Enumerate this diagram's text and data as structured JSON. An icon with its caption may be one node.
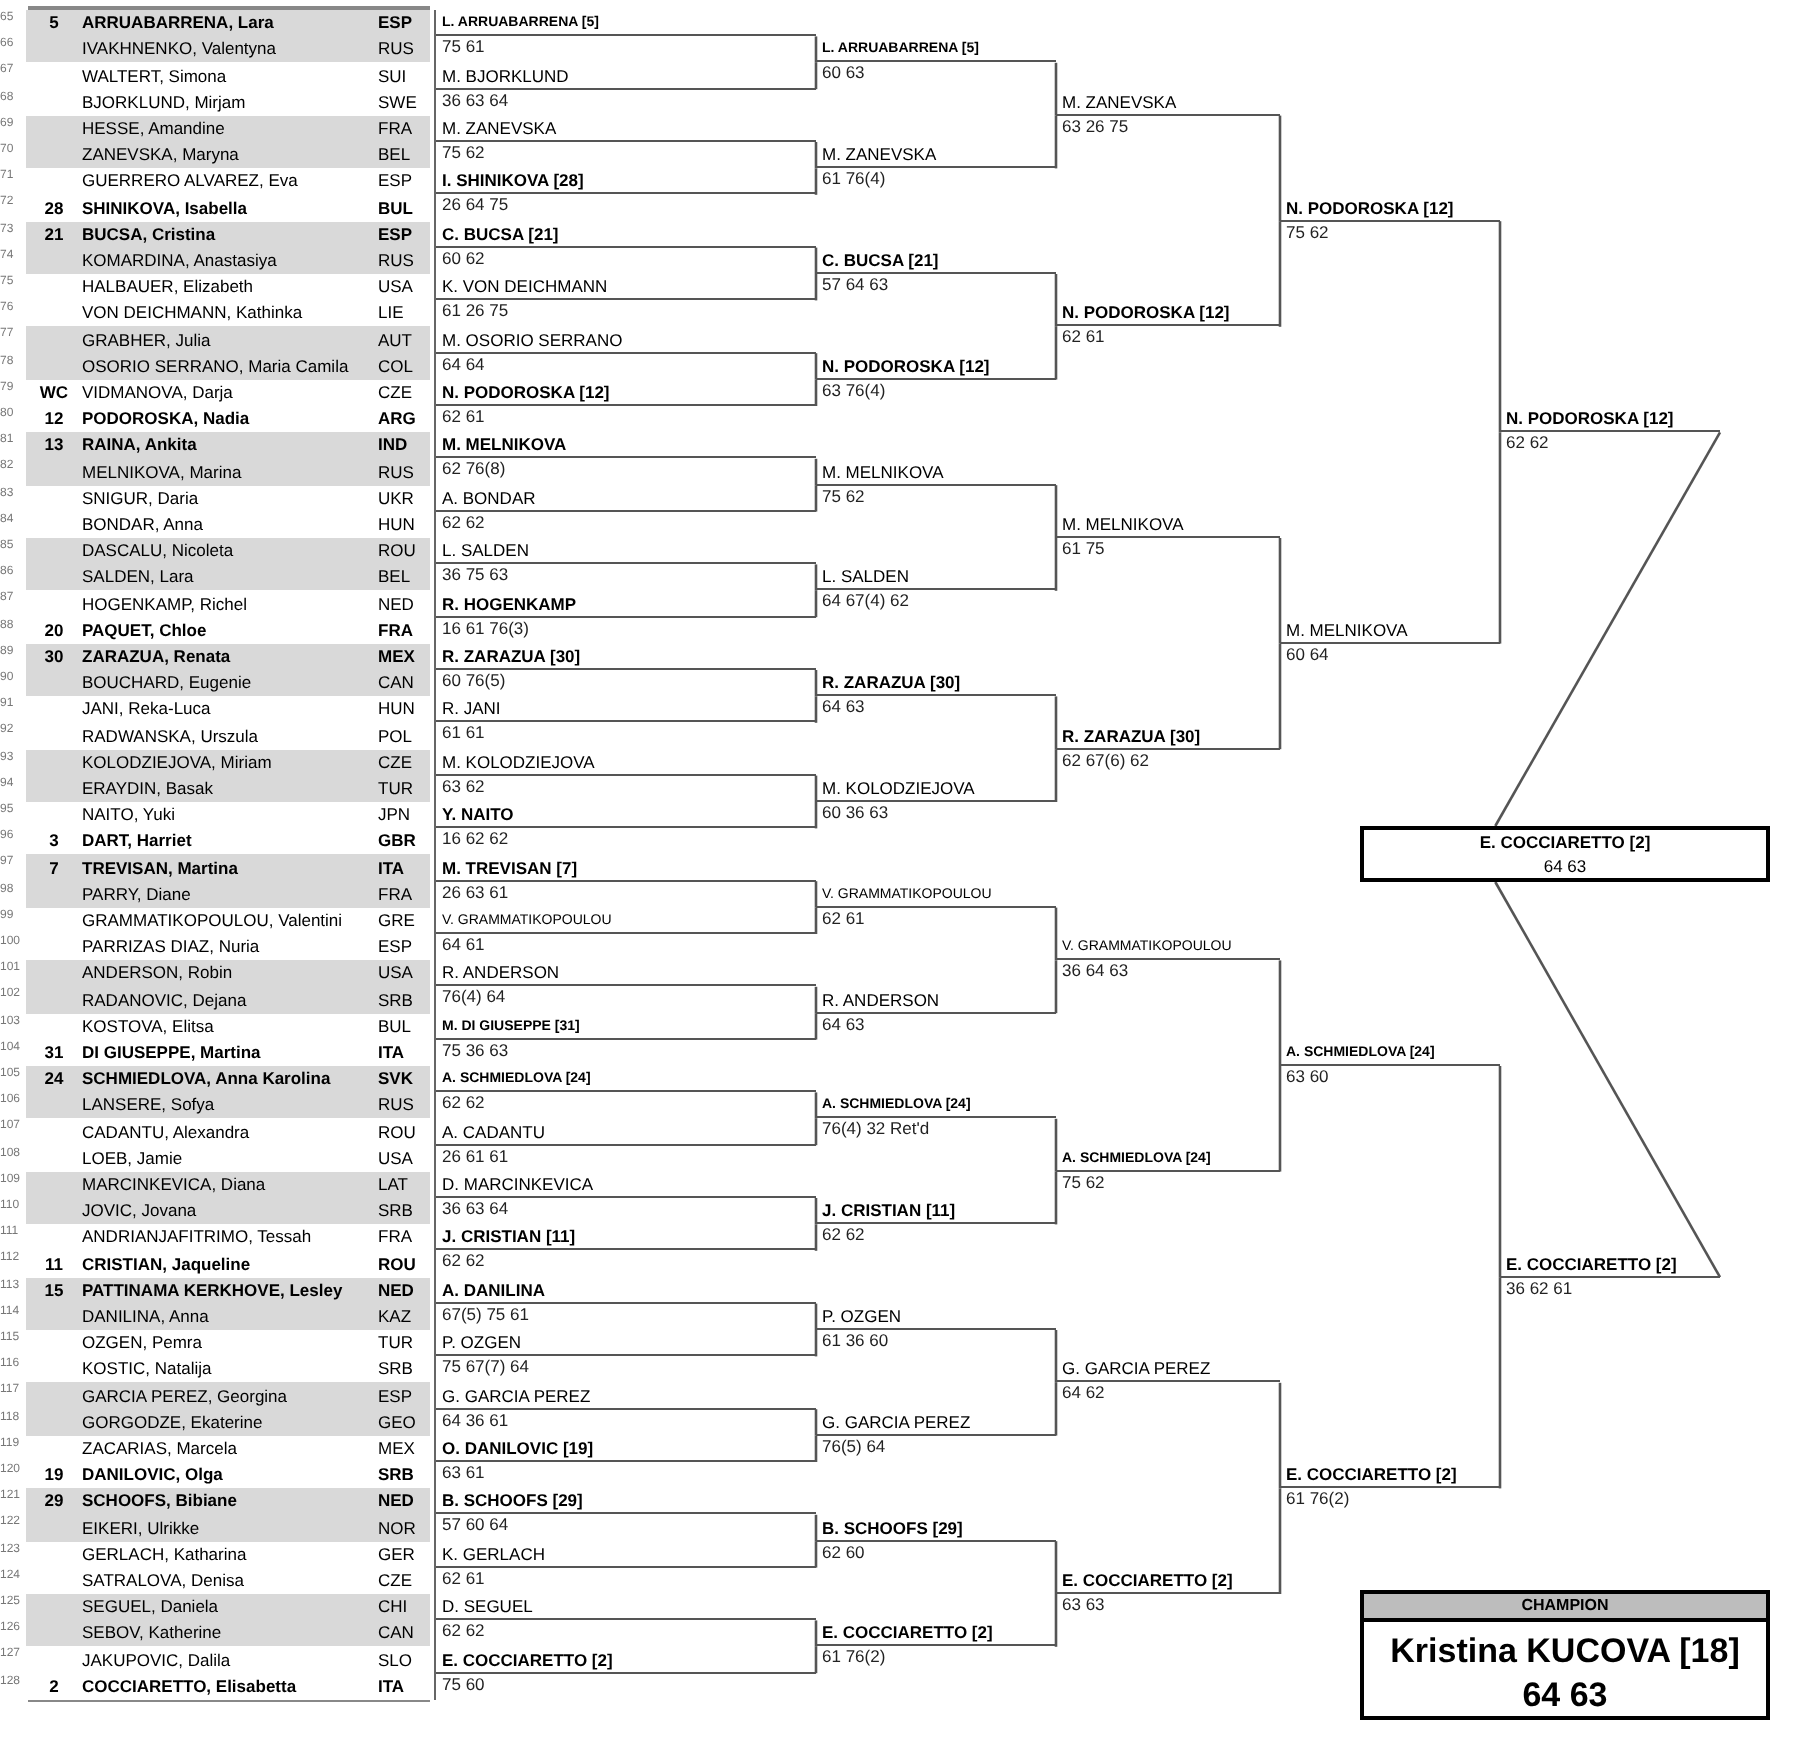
{
  "diagram": {
    "nodes": [
      {
        "text": [
          "65",
          "5",
          "ARRUABARRENA, Lara",
          "ESP"
        ]
      },
      {
        "text": [
          "66",
          "IVAKHNENKO, Valentyna",
          "RUS"
        ]
      },
      {
        "text": [
          "67",
          "WALTERT, Simona",
          "SUI"
        ]
      },
      {
        "text": [
          "68",
          "BJORKLUND, Mirjam",
          "SWE"
        ]
      },
      {
        "text": [
          "69",
          "HESSE, Amandine",
          "FRA"
        ]
      },
      {
        "text": [
          "70",
          "ZANEVSKA, Maryna",
          "BEL"
        ]
      },
      {
        "text": [
          "71",
          "GUERRERO ALVAREZ, Eva",
          "ESP"
        ]
      },
      {
        "text": [
          "72",
          "28",
          "SHINIKOVA, Isabella",
          "BUL"
        ]
      },
      {
        "text": [
          "73",
          "21",
          "BUCSA, Cristina",
          "ESP"
        ]
      },
      {
        "text": [
          "74",
          "KOMARDINA, Anastasiya",
          "RUS"
        ]
      },
      {
        "text": [
          "75",
          "HALBAUER, Elizabeth",
          "USA"
        ]
      },
      {
        "text": [
          "76",
          "VON DEICHMANN, Kathinka",
          "LIE"
        ]
      },
      {
        "text": [
          "77",
          "GRABHER, Julia",
          "AUT"
        ]
      },
      {
        "text": [
          "78",
          "OSORIO SERRANO, Maria Camila",
          "COL"
        ]
      },
      {
        "text": [
          "79",
          "WC",
          "VIDMANOVA, Darja",
          "CZE"
        ]
      },
      {
        "text": [
          "80",
          "12",
          "PODOROSKA, Nadia",
          "ARG"
        ]
      },
      {
        "text": [
          "81",
          "13",
          "RAINA, Ankita",
          "IND"
        ]
      },
      {
        "text": [
          "82",
          "MELNIKOVA, Marina",
          "RUS"
        ]
      },
      {
        "text": [
          "83",
          "SNIGUR, Daria",
          "UKR"
        ]
      },
      {
        "text": [
          "84",
          "BONDAR, Anna",
          "HUN"
        ]
      },
      {
        "text": [
          "85",
          "DASCALU, Nicoleta",
          "ROU"
        ]
      },
      {
        "text": [
          "86",
          "SALDEN, Lara",
          "BEL"
        ]
      },
      {
        "text": [
          "87",
          "HOGENKAMP, Richel",
          "NED"
        ]
      },
      {
        "text": [
          "88",
          "20",
          "PAQUET, Chloe",
          "FRA"
        ]
      },
      {
        "text": [
          "89",
          "30",
          "ZARAZUA, Renata",
          "MEX"
        ]
      },
      {
        "text": [
          "90",
          "BOUCHARD, Eugenie",
          "CAN"
        ]
      },
      {
        "text": [
          "91",
          "JANI, Reka-Luca",
          "HUN"
        ]
      },
      {
        "text": [
          "92",
          "RADWANSKA, Urszula",
          "POL"
        ]
      },
      {
        "text": [
          "93",
          "KOLODZIEJOVA, Miriam",
          "CZE"
        ]
      },
      {
        "text": [
          "94",
          "ERAYDIN, Basak",
          "TUR"
        ]
      },
      {
        "text": [
          "95",
          "NAITO, Yuki",
          "JPN"
        ]
      },
      {
        "text": [
          "96",
          "3",
          "DART, Harriet",
          "GBR"
        ]
      },
      {
        "text": [
          "97",
          "7",
          "TREVISAN, Martina",
          "ITA"
        ]
      },
      {
        "text": [
          "98",
          "PARRY, Diane",
          "FRA"
        ]
      },
      {
        "text": [
          "99",
          "GRAMMATIKOPOULOU, Valentini",
          "GRE"
        ]
      },
      {
        "text": [
          "100",
          "PARRIZAS DIAZ, Nuria",
          "ESP"
        ]
      },
      {
        "text": [
          "101",
          "ANDERSON, Robin",
          "USA"
        ]
      },
      {
        "text": [
          "102",
          "RADANOVIC, Dejana",
          "SRB"
        ]
      },
      {
        "text": [
          "103",
          "KOSTOVA, Elitsa",
          "BUL"
        ]
      },
      {
        "text": [
          "104",
          "31",
          "DI GIUSEPPE, Martina",
          "ITA"
        ]
      },
      {
        "text": [
          "105",
          "24",
          "SCHMIEDLOVA, Anna Karolina",
          "SVK"
        ]
      },
      {
        "text": [
          "106",
          "LANSERE, Sofya",
          "RUS"
        ]
      },
      {
        "text": [
          "107",
          "CADANTU, Alexandra",
          "ROU"
        ]
      },
      {
        "text": [
          "108",
          "LOEB, Jamie",
          "USA"
        ]
      },
      {
        "text": [
          "109",
          "MARCINKEVICA, Diana",
          "LAT"
        ]
      },
      {
        "text": [
          "110",
          "JOVIC, Jovana",
          "SRB"
        ]
      },
      {
        "text": [
          "111",
          "ANDRIANJAFITRIMO, Tessah",
          "FRA"
        ]
      },
      {
        "text": [
          "112",
          "11",
          "CRISTIAN, Jaqueline",
          "ROU"
        ]
      },
      {
        "text": [
          "113",
          "15",
          "PATTINAMA KERKHOVE, Lesley",
          "NED"
        ]
      },
      {
        "text": [
          "114",
          "DANILINA, Anna",
          "KAZ"
        ]
      },
      {
        "text": [
          "115",
          "OZGEN, Pemra",
          "TUR"
        ]
      },
      {
        "text": [
          "116",
          "KOSTIC, Natalija",
          "SRB"
        ]
      },
      {
        "text": [
          "117",
          "GARCIA PEREZ, Georgina",
          "ESP"
        ]
      },
      {
        "text": [
          "118",
          "GORGODZE, Ekaterine",
          "GEO"
        ]
      },
      {
        "text": [
          "119",
          "ZACARIAS, Marcela",
          "MEX"
        ]
      },
      {
        "text": [
          "120",
          "19",
          "DANILOVIC, Olga",
          "SRB"
        ]
      },
      {
        "text": [
          "121",
          "29",
          "SCHOOFS, Bibiane",
          "NED"
        ]
      },
      {
        "text": [
          "122",
          "EIKERI, Ulrikke",
          "NOR"
        ]
      },
      {
        "text": [
          "123",
          "GERLACH, Katharina",
          "GER"
        ]
      },
      {
        "text": [
          "124",
          "SATRALOVA, Denisa",
          "CZE"
        ]
      },
      {
        "text": [
          "125",
          "SEGUEL, Daniela",
          "CHI"
        ]
      },
      {
        "text": [
          "126",
          "SEBOV, Katherine",
          "CAN"
        ]
      },
      {
        "text": [
          "127",
          "JAKUPOVIC, Dalila",
          "SLO"
        ]
      },
      {
        "text": [
          "128",
          "2",
          "COCCIARETTO, Elisabetta",
          "ITA"
        ]
      },
      {
        "text": [
          "L. ARRUABARRENA [5]",
          "75 61"
        ]
      },
      {
        "text": [
          "M. BJORKLUND",
          "36 63 64"
        ]
      },
      {
        "text": [
          "M. ZANEVSKA",
          "75 62"
        ]
      },
      {
        "text": [
          "I. SHINIKOVA [28]",
          "26 64 75"
        ]
      },
      {
        "text": [
          "C. BUCSA [21]",
          "60 62"
        ]
      },
      {
        "text": [
          "K. VON DEICHMANN",
          "61 26 75"
        ]
      },
      {
        "text": [
          "M. OSORIO SERRANO",
          "64 64"
        ]
      },
      {
        "text": [
          "N. PODOROSKA [12]",
          "62 61"
        ]
      },
      {
        "text": [
          "M. MELNIKOVA",
          "62 76(8)"
        ]
      },
      {
        "text": [
          "A. BONDAR",
          "62 62"
        ]
      },
      {
        "text": [
          "L. SALDEN",
          "36 75 63"
        ]
      },
      {
        "text": [
          "R. HOGENKAMP",
          "16 61 76(3)"
        ]
      },
      {
        "text": [
          "R. ZARAZUA [30]",
          "60 76(5)"
        ]
      },
      {
        "text": [
          "R. JANI",
          "61 61"
        ]
      },
      {
        "text": [
          "M. KOLODZIEJOVA",
          "63 62"
        ]
      },
      {
        "text": [
          "Y. NAITO",
          "16 62 62"
        ]
      },
      {
        "text": [
          "M. TREVISAN [7]",
          "26 63 61"
        ]
      },
      {
        "text": [
          "V. GRAMMATIKOPOULOU",
          "64 61"
        ]
      },
      {
        "text": [
          "R. ANDERSON",
          "76(4) 64"
        ]
      },
      {
        "text": [
          "M. DI GIUSEPPE [31]",
          "75 36 63"
        ]
      },
      {
        "text": [
          "A. SCHMIEDLOVA [24]",
          "62 62"
        ]
      },
      {
        "text": [
          "A. CADANTU",
          "26 61 61"
        ]
      },
      {
        "text": [
          "D. MARCINKEVICA",
          "36 63 64"
        ]
      },
      {
        "text": [
          "J. CRISTIAN [11]",
          "62 62"
        ]
      },
      {
        "text": [
          "A. DANILINA",
          "67(5) 75 61"
        ]
      },
      {
        "text": [
          "P. OZGEN",
          "75 67(7) 64"
        ]
      },
      {
        "text": [
          "G. GARCIA PEREZ",
          "64 36 61"
        ]
      },
      {
        "text": [
          "O. DANILOVIC [19]",
          "63 61"
        ]
      },
      {
        "text": [
          "B. SCHOOFS [29]",
          "57 60 64"
        ]
      },
      {
        "text": [
          "K. GERLACH",
          "62 61"
        ]
      },
      {
        "text": [
          "D. SEGUEL",
          "62 62"
        ]
      },
      {
        "text": [
          "E. COCCIARETTO [2]",
          "75 60"
        ]
      },
      {
        "text": [
          "L. ARRUABARRENA [5]",
          "60 63"
        ]
      },
      {
        "text": [
          "M. ZANEVSKA",
          "61 76(4)"
        ]
      },
      {
        "text": [
          "C. BUCSA [21]",
          "57 64 63"
        ]
      },
      {
        "text": [
          "N. PODOROSKA [12]",
          "63 76(4)"
        ]
      },
      {
        "text": [
          "M. MELNIKOVA",
          "75 62"
        ]
      },
      {
        "text": [
          "L. SALDEN",
          "64 67(4) 62"
        ]
      },
      {
        "text": [
          "R. ZARAZUA [30]",
          "64 63"
        ]
      },
      {
        "text": [
          "M. KOLODZIEJOVA",
          "60 36 63"
        ]
      },
      {
        "text": [
          "V. GRAMMATIKOPOULOU",
          "62 61"
        ]
      },
      {
        "text": [
          "R. ANDERSON",
          "64 63"
        ]
      },
      {
        "text": [
          "A. SCHMIEDLOVA [24]",
          "76(4) 32 Ret'd"
        ]
      },
      {
        "text": [
          "J. CRISTIAN [11]",
          "62 62"
        ]
      },
      {
        "text": [
          "P. OZGEN",
          "61 36 60"
        ]
      },
      {
        "text": [
          "G. GARCIA PEREZ",
          "76(5) 64"
        ]
      },
      {
        "text": [
          "B. SCHOOFS [29]",
          "62 60"
        ]
      },
      {
        "text": [
          "E. COCCIARETTO [2]",
          "61 76(2)"
        ]
      },
      {
        "text": [
          "M. ZANEVSKA",
          "63 26 75"
        ]
      },
      {
        "text": [
          "N. PODOROSKA [12]",
          "62 61"
        ]
      },
      {
        "text": [
          "M. MELNIKOVA",
          "61 75"
        ]
      },
      {
        "text": [
          "R. ZARAZUA [30]",
          "62 67(6) 62"
        ]
      },
      {
        "text": [
          "V. GRAMMATIKOPOULOU",
          "36 64 63"
        ]
      },
      {
        "text": [
          "A. SCHMIEDLOVA [24]",
          "75 62"
        ]
      },
      {
        "text": [
          "G. GARCIA PEREZ",
          "64 62"
        ]
      },
      {
        "text": [
          "E. COCCIARETTO [2]",
          "63 63"
        ]
      },
      {
        "text": [
          "N. PODOROSKA [12]",
          "75 62"
        ]
      },
      {
        "text": [
          "M. MELNIKOVA",
          "60 64"
        ]
      },
      {
        "text": [
          "A. SCHMIEDLOVA [24]",
          "63 60"
        ]
      },
      {
        "text": [
          "E. COCCIARETTO [2]",
          "61 76(2)"
        ]
      },
      {
        "text": [
          "N. PODOROSKA [12]",
          "62 62"
        ]
      },
      {
        "text": [
          "E. COCCIARETTO [2]",
          "36 62 61"
        ]
      },
      {
        "text": [
          "E. COCCIARETTO [2]",
          "64 63"
        ]
      },
      {
        "text": [
          "CHAMPION",
          "Kristina KUCOVA [18]",
          "64 63"
        ]
      }
    ],
    "edges": [
      {
        "from": 64,
        "to": 96,
        "arrow": "none"
      },
      {
        "from": 65,
        "to": 96,
        "arrow": "none"
      },
      {
        "from": 66,
        "to": 97,
        "arrow": "none"
      },
      {
        "from": 67,
        "to": 97,
        "arrow": "none"
      },
      {
        "from": 68,
        "to": 98,
        "arrow": "none"
      },
      {
        "from": 69,
        "to": 98,
        "arrow": "none"
      },
      {
        "from": 70,
        "to": 99,
        "arrow": "none"
      },
      {
        "from": 71,
        "to": 99,
        "arrow": "none"
      },
      {
        "from": 72,
        "to": 100,
        "arrow": "none"
      },
      {
        "from": 73,
        "to": 100,
        "arrow": "none"
      },
      {
        "from": 74,
        "to": 101,
        "arrow": "none"
      },
      {
        "from": 75,
        "to": 101,
        "arrow": "none"
      },
      {
        "from": 76,
        "to": 102,
        "arrow": "none"
      },
      {
        "from": 77,
        "to": 102,
        "arrow": "none"
      },
      {
        "from": 78,
        "to": 103,
        "arrow": "none"
      },
      {
        "from": 79,
        "to": 103,
        "arrow": "none"
      },
      {
        "from": 80,
        "to": 104,
        "arrow": "none"
      },
      {
        "from": 81,
        "to": 104,
        "arrow": "none"
      },
      {
        "from": 82,
        "to": 105,
        "arrow": "none"
      },
      {
        "from": 83,
        "to": 105,
        "arrow": "none"
      },
      {
        "from": 84,
        "to": 106,
        "arrow": "none"
      },
      {
        "from": 85,
        "to": 106,
        "arrow": "none"
      },
      {
        "from": 86,
        "to": 107,
        "arrow": "none"
      },
      {
        "from": 87,
        "to": 107,
        "arrow": "none"
      },
      {
        "from": 88,
        "to": 108,
        "arrow": "none"
      },
      {
        "from": 89,
        "to": 108,
        "arrow": "none"
      },
      {
        "from": 90,
        "to": 109,
        "arrow": "none"
      },
      {
        "from": 91,
        "to": 109,
        "arrow": "none"
      },
      {
        "from": 92,
        "to": 110,
        "arrow": "none"
      },
      {
        "from": 93,
        "to": 110,
        "arrow": "none"
      },
      {
        "from": 94,
        "to": 111,
        "arrow": "none"
      },
      {
        "from": 95,
        "to": 111,
        "arrow": "none"
      },
      {
        "from": 96,
        "to": 112,
        "arrow": "none"
      },
      {
        "from": 97,
        "to": 112,
        "arrow": "none"
      },
      {
        "from": 98,
        "to": 113,
        "arrow": "none"
      },
      {
        "from": 99,
        "to": 113,
        "arrow": "none"
      },
      {
        "from": 100,
        "to": 114,
        "arrow": "none"
      },
      {
        "from": 101,
        "to": 114,
        "arrow": "none"
      },
      {
        "from": 102,
        "to": 115,
        "arrow": "none"
      },
      {
        "from": 103,
        "to": 115,
        "arrow": "none"
      },
      {
        "from": 104,
        "to": 116,
        "arrow": "none"
      },
      {
        "from": 105,
        "to": 116,
        "arrow": "none"
      },
      {
        "from": 106,
        "to": 117,
        "arrow": "none"
      },
      {
        "from": 107,
        "to": 117,
        "arrow": "none"
      },
      {
        "from": 108,
        "to": 118,
        "arrow": "none"
      },
      {
        "from": 109,
        "to": 118,
        "arrow": "none"
      },
      {
        "from": 110,
        "to": 119,
        "arrow": "none"
      },
      {
        "from": 111,
        "to": 119,
        "arrow": "none"
      },
      {
        "from": 112,
        "to": 120,
        "arrow": "none"
      },
      {
        "from": 113,
        "to": 120,
        "arrow": "none"
      },
      {
        "from": 114,
        "to": 121,
        "arrow": "none"
      },
      {
        "from": 115,
        "to": 121,
        "arrow": "none"
      },
      {
        "from": 116,
        "to": 122,
        "arrow": "none"
      },
      {
        "from": 117,
        "to": 122,
        "arrow": "none"
      },
      {
        "from": 118,
        "to": 123,
        "arrow": "none"
      },
      {
        "from": 119,
        "to": 123,
        "arrow": "none"
      },
      {
        "from": 120,
        "to": 124,
        "arrow": "none"
      },
      {
        "from": 121,
        "to": 124,
        "arrow": "none"
      },
      {
        "from": 122,
        "to": 125,
        "arrow": "none"
      },
      {
        "from": 123,
        "to": 125,
        "arrow": "none"
      },
      {
        "from": 124,
        "to": 126,
        "arrow": "none"
      },
      {
        "from": 125,
        "to": 126,
        "arrow": "none"
      }
    ]
  }
}
